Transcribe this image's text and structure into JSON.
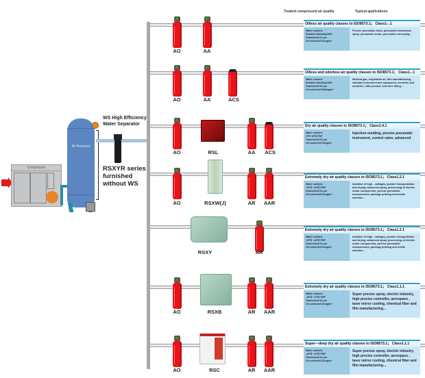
{
  "header": {
    "col_quality": "Treated compressed air quality",
    "col_applications": "Typical applications"
  },
  "left": {
    "compressor_label": "Compressor",
    "receiver_label": "Air Receiver",
    "ws_label_line1": "WS High Efficiency",
    "ws_label_line2": "Water Separator",
    "rsxyr_line1": "RSXYR series",
    "rsxyr_line2": "furnished",
    "rsxyr_line3": "without WS"
  },
  "rows": [
    {
      "components": [
        "AO",
        "AA"
      ],
      "panel_title": "Oilless air quality classes to ISO8573.1； Class1.-.1",
      "specs": [
        "Water content:",
        "Relative humidity100%",
        "Granules≤0.01 μm",
        "Oil content≤0.01mg/m³"
      ],
      "applications": "Precise pneumatic tools, pneumatic instrument, spray, pneumatic motor, pneumatic conveying..."
    },
    {
      "components": [
        "AO",
        "AA",
        "ACS"
      ],
      "panel_title": "Oilless and odorless air quality classes to ISO8573.1； Class1.-.1",
      "specs": [
        "Water content:",
        "Relative humidity100%",
        "Granules≤0.01 μm",
        "Oil content≤0.003mg/m³"
      ],
      "applications": "Medical gas, respiration air, film manufacturing, valuable instrument and equipment, cosmetic and medicine, milk product, and wine filling ..."
    },
    {
      "components": [
        "AO",
        "RSL",
        "AA",
        "ACS"
      ],
      "panel_title": "Dry air quality classes to ISO8573.1； Class1.4.1",
      "specs": [
        "Water content:",
        "2℃~10℃ PDP",
        "Granules≤0.01 μm",
        "Oil content≤0.01mg/m³"
      ],
      "applications": "Injection molding, precise pneumatic instrument, control valve, advanced"
    },
    {
      "components": [
        "AO",
        "RSXW(J)",
        "AR",
        "AAR"
      ],
      "panel_title": "Extremely dry air quality classes to ISO8573.1； Class1.2.1",
      "specs": [
        "Water content:",
        "-20℃~-40℃ PDP",
        "Granules≤0.01 μm",
        "Oil content≤0.01mg/m³"
      ],
      "applications": "Isolation of high - voltages, powder transportation and drying, advanced spray, processing of electric motor components, precise pneumatic measurement, package printing and textile machine…"
    },
    {
      "components": [
        "RSXY",
        "AR"
      ],
      "panel_title": "Extremely dry air quality classes to ISO8573.1； Class1.2.1",
      "specs": [
        "Water content:",
        "-20℃~-40℃ PDP",
        "Granules≤0.01 μm",
        "Oil content≤0.01mg/m³"
      ],
      "applications": "Isolation of high - voltages, powder transportation and drying, advanced spray, processing of electric motor components, precise pneumatic measurement, package printing and textile machine…"
    },
    {
      "components": [
        "AO",
        "RSXB",
        "AR",
        "AAR"
      ],
      "panel_title": "Extremely dry air quality classes to ISO8573.1； Class1.1.1",
      "specs": [
        "Water content:",
        "-40℃~-70℃ PDP",
        "Granules≤0.01 μm",
        "Oil content≤0.01mg/m³"
      ],
      "applications": "Super precise spray, electric industry, high precise controller, aerospace , laser mirror cooling, chemical fiber and film manufacturing…"
    },
    {
      "components": [
        "AO",
        "RSC",
        "AR",
        "AAR"
      ],
      "panel_title": "Super—deep dry air quality classes to ISO8573.1； Class1.1.1",
      "specs": [
        "Water content:",
        "-40℃~-70℃ PDP",
        "Granules≤0.01 μm",
        "Oil content≤0.01mg/m³"
      ],
      "applications": "Super precise spray, electric industry, high precise controller, aerospace , laser mirror cooling, chemical fiber and film manufacturing…"
    }
  ],
  "colors": {
    "filter_red": "#e8141a",
    "pipe_gray": "#a8a8a8",
    "receiver_blue": "#5b86c2",
    "panel_left": "#9ccbe3",
    "panel_right": "#c8e6f6",
    "panel_accent": "#2aa0d0"
  }
}
